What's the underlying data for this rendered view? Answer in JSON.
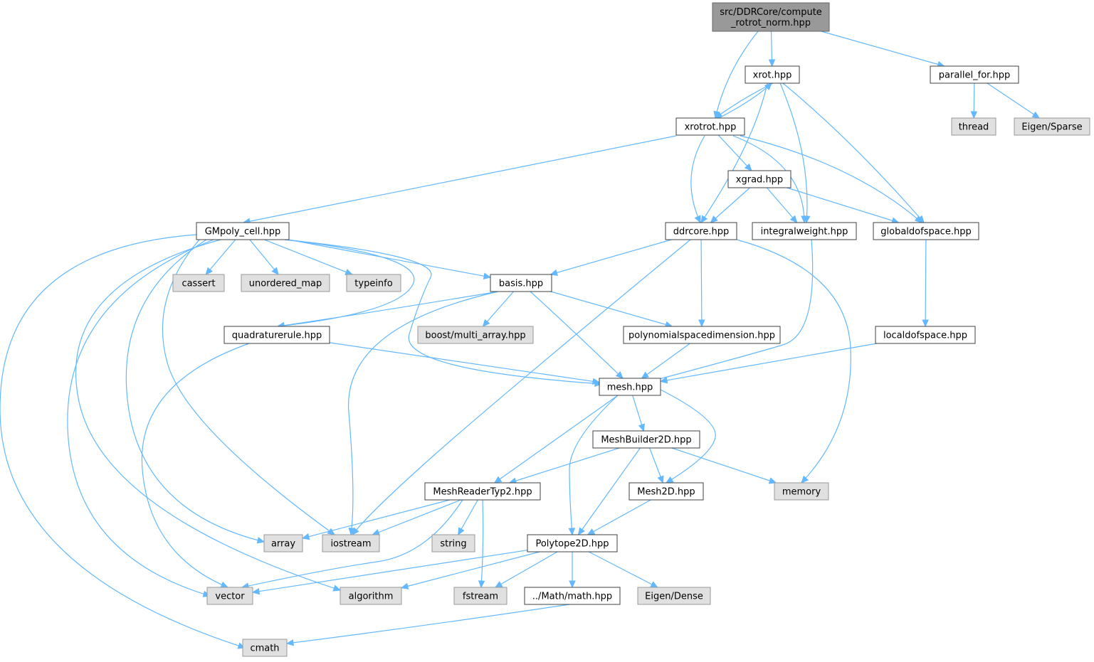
{
  "colors": {
    "edge": "#63b8ff",
    "root_fill": "#999999",
    "root_stroke": "#666666",
    "file_fill": "#ffffff",
    "file_stroke": "#404040",
    "system_fill": "#e0e0e0",
    "system_stroke": "#999999"
  },
  "nodes": {
    "root": {
      "lines": [
        "src/DDRCore/compute",
        "_rotrot_norm.hpp"
      ],
      "kind": "root"
    },
    "xrot": {
      "lines": [
        "xrot.hpp"
      ],
      "kind": "file"
    },
    "parallel_for": {
      "lines": [
        "parallel_for.hpp"
      ],
      "kind": "file"
    },
    "xrotrot": {
      "lines": [
        "xrotrot.hpp"
      ],
      "kind": "file"
    },
    "thread": {
      "lines": [
        "thread"
      ],
      "kind": "system"
    },
    "eigen_sparse": {
      "lines": [
        "Eigen/Sparse"
      ],
      "kind": "system"
    },
    "xgrad": {
      "lines": [
        "xgrad.hpp"
      ],
      "kind": "file"
    },
    "gmpoly": {
      "lines": [
        "GMpoly_cell.hpp"
      ],
      "kind": "file"
    },
    "ddrcore": {
      "lines": [
        "ddrcore.hpp"
      ],
      "kind": "file"
    },
    "integralweight": {
      "lines": [
        "integralweight.hpp"
      ],
      "kind": "file"
    },
    "globaldofspace": {
      "lines": [
        "globaldofspace.hpp"
      ],
      "kind": "file"
    },
    "cassert": {
      "lines": [
        "cassert"
      ],
      "kind": "system"
    },
    "unordered_map": {
      "lines": [
        "unordered_map"
      ],
      "kind": "system"
    },
    "typeinfo": {
      "lines": [
        "typeinfo"
      ],
      "kind": "system"
    },
    "basis": {
      "lines": [
        "basis.hpp"
      ],
      "kind": "file"
    },
    "quadraturerule": {
      "lines": [
        "quadraturerule.hpp"
      ],
      "kind": "file"
    },
    "boost_multi_array": {
      "lines": [
        "boost/multi_array.hpp"
      ],
      "kind": "system"
    },
    "polyspacedim": {
      "lines": [
        "polynomialspacedimension.hpp"
      ],
      "kind": "file"
    },
    "localdofspace": {
      "lines": [
        "localdofspace.hpp"
      ],
      "kind": "file"
    },
    "mesh": {
      "lines": [
        "mesh.hpp"
      ],
      "kind": "file"
    },
    "meshbuilder2d": {
      "lines": [
        "MeshBuilder2D.hpp"
      ],
      "kind": "file"
    },
    "meshreadertyp2": {
      "lines": [
        "MeshReaderTyp2.hpp"
      ],
      "kind": "file"
    },
    "mesh2d": {
      "lines": [
        "Mesh2D.hpp"
      ],
      "kind": "file"
    },
    "memory": {
      "lines": [
        "memory"
      ],
      "kind": "system"
    },
    "array": {
      "lines": [
        "array"
      ],
      "kind": "system"
    },
    "iostream": {
      "lines": [
        "iostream"
      ],
      "kind": "system"
    },
    "string": {
      "lines": [
        "string"
      ],
      "kind": "system"
    },
    "polytope2d": {
      "lines": [
        "Polytope2D.hpp"
      ],
      "kind": "file"
    },
    "vector": {
      "lines": [
        "vector"
      ],
      "kind": "system"
    },
    "algorithm": {
      "lines": [
        "algorithm"
      ],
      "kind": "system"
    },
    "fstream": {
      "lines": [
        "fstream"
      ],
      "kind": "system"
    },
    "math": {
      "lines": [
        "../Math/math.hpp"
      ],
      "kind": "file"
    },
    "eigen_dense": {
      "lines": [
        "Eigen/Dense"
      ],
      "kind": "system"
    },
    "cmath": {
      "lines": [
        "cmath"
      ],
      "kind": "system"
    }
  },
  "edges": [
    [
      "root",
      "xrot"
    ],
    [
      "root",
      "xrotrot"
    ],
    [
      "root",
      "parallel_for"
    ],
    [
      "xrot",
      "xrotrot"
    ],
    [
      "xrot",
      "ddrcore"
    ],
    [
      "xrot",
      "integralweight"
    ],
    [
      "xrot",
      "globaldofspace"
    ],
    [
      "xrotrot",
      "xrot"
    ],
    [
      "xrotrot",
      "gmpoly"
    ],
    [
      "xrotrot",
      "ddrcore"
    ],
    [
      "xrotrot",
      "xgrad"
    ],
    [
      "xrotrot",
      "integralweight"
    ],
    [
      "xrotrot",
      "globaldofspace"
    ],
    [
      "parallel_for",
      "thread"
    ],
    [
      "parallel_for",
      "eigen_sparse"
    ],
    [
      "xgrad",
      "ddrcore"
    ],
    [
      "xgrad",
      "integralweight"
    ],
    [
      "xgrad",
      "globaldofspace"
    ],
    [
      "gmpoly",
      "cassert"
    ],
    [
      "gmpoly",
      "unordered_map"
    ],
    [
      "gmpoly",
      "typeinfo"
    ],
    [
      "gmpoly",
      "basis"
    ],
    [
      "gmpoly",
      "quadraturerule"
    ],
    [
      "gmpoly",
      "mesh"
    ],
    [
      "gmpoly",
      "array"
    ],
    [
      "gmpoly",
      "iostream"
    ],
    [
      "gmpoly",
      "vector"
    ],
    [
      "gmpoly",
      "algorithm"
    ],
    [
      "gmpoly",
      "cmath"
    ],
    [
      "ddrcore",
      "basis"
    ],
    [
      "ddrcore",
      "polyspacedim"
    ],
    [
      "ddrcore",
      "iostream"
    ],
    [
      "ddrcore",
      "memory"
    ],
    [
      "integralweight",
      "mesh"
    ],
    [
      "globaldofspace",
      "localdofspace"
    ],
    [
      "basis",
      "quadraturerule"
    ],
    [
      "basis",
      "boost_multi_array"
    ],
    [
      "basis",
      "polyspacedim"
    ],
    [
      "basis",
      "mesh"
    ],
    [
      "basis",
      "iostream"
    ],
    [
      "quadraturerule",
      "mesh"
    ],
    [
      "quadraturerule",
      "vector"
    ],
    [
      "polyspacedim",
      "mesh"
    ],
    [
      "localdofspace",
      "mesh"
    ],
    [
      "mesh",
      "meshbuilder2d"
    ],
    [
      "mesh",
      "meshreadertyp2"
    ],
    [
      "mesh",
      "mesh2d"
    ],
    [
      "mesh",
      "polytope2d"
    ],
    [
      "meshbuilder2d",
      "meshreadertyp2"
    ],
    [
      "meshbuilder2d",
      "mesh2d"
    ],
    [
      "meshbuilder2d",
      "memory"
    ],
    [
      "meshbuilder2d",
      "polytope2d"
    ],
    [
      "meshreadertyp2",
      "array"
    ],
    [
      "meshreadertyp2",
      "iostream"
    ],
    [
      "meshreadertyp2",
      "string"
    ],
    [
      "meshreadertyp2",
      "fstream"
    ],
    [
      "meshreadertyp2",
      "vector"
    ],
    [
      "mesh2d",
      "polytope2d"
    ],
    [
      "polytope2d",
      "vector"
    ],
    [
      "polytope2d",
      "algorithm"
    ],
    [
      "polytope2d",
      "fstream"
    ],
    [
      "polytope2d",
      "math"
    ],
    [
      "polytope2d",
      "eigen_dense"
    ],
    [
      "math",
      "cmath"
    ]
  ]
}
